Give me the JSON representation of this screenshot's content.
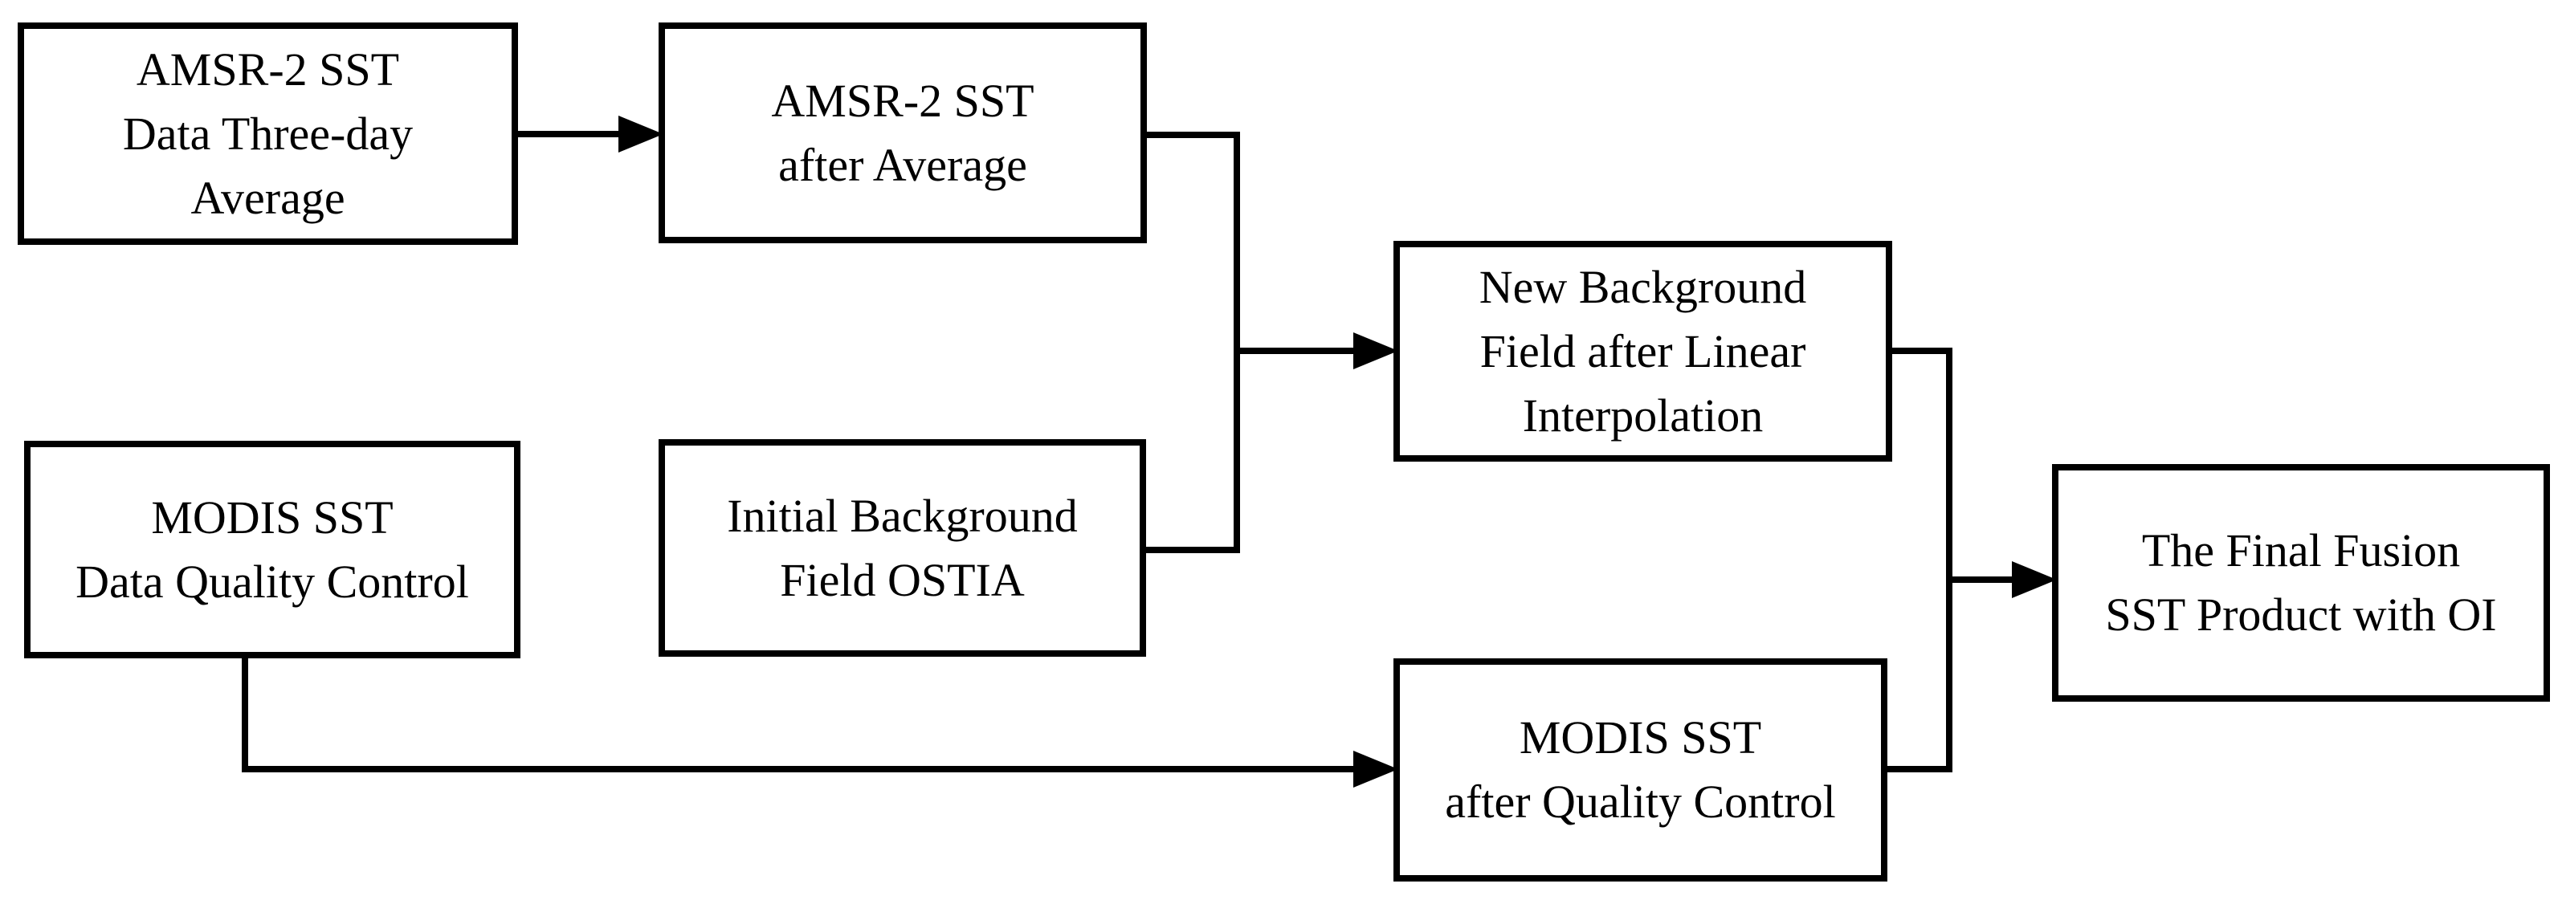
{
  "diagram": {
    "type": "flowchart",
    "colors": {
      "line_color": "#000000",
      "text_color": "#000000",
      "bg_color": "#ffffff"
    },
    "nodes": {
      "amsr2_three_day_average": {
        "lines": [
          "AMSR-2 SST",
          "Data Three-day",
          "Average"
        ]
      },
      "amsr2_after_average": {
        "lines": [
          "AMSR-2 SST",
          "after Average"
        ]
      },
      "modis_data_quality_control": {
        "lines": [
          "MODIS SST",
          "Data Quality Control"
        ]
      },
      "initial_background_field_ostia": {
        "lines": [
          "Initial Background",
          "Field OSTIA"
        ]
      },
      "new_background_field": {
        "lines": [
          "New Background",
          "Field after Linear",
          "Interpolation"
        ]
      },
      "modis_after_quality_control": {
        "lines": [
          "MODIS SST",
          "after Quality Control"
        ]
      },
      "final_fusion_product": {
        "lines": [
          "The Final Fusion",
          "SST Product with OI"
        ]
      }
    },
    "edges": [
      "amsr2_three_day_average -> amsr2_after_average",
      "amsr2_after_average + initial_background_field_ostia -> new_background_field",
      "modis_data_quality_control -> modis_after_quality_control",
      "new_background_field + modis_after_quality_control -> final_fusion_product"
    ]
  }
}
